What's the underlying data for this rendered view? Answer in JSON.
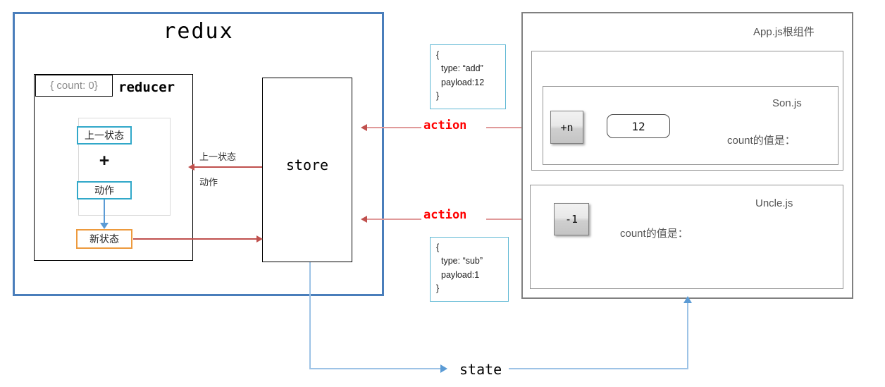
{
  "redux": {
    "title": "redux",
    "reducer": {
      "label": "reducer",
      "initial_state_chip": "{ count: 0}",
      "prev_state_box": "上一状态",
      "plus_sign": "+",
      "action_box": "动作",
      "new_state_box": "新状态"
    },
    "store": {
      "label": "store"
    },
    "arrows": {
      "prev_state_label": "上一状态",
      "action_label": "动作"
    }
  },
  "actions": {
    "add": {
      "arrow_label": "action",
      "payload_box": {
        "open_brace": "{",
        "type_line": "type: “add”",
        "payload_line": "payload:12",
        "close_brace": "}"
      }
    },
    "sub": {
      "arrow_label": "action",
      "payload_box": {
        "open_brace": "{",
        "type_line": "type: “sub”",
        "payload_line": "payload:1",
        "close_brace": "}"
      }
    }
  },
  "app": {
    "title": "App.js根组件",
    "son": {
      "title": "Son.js",
      "add_button_label": "+n",
      "input_value": "12",
      "count_label": "count的值是："
    },
    "uncle": {
      "title": "Uncle.js",
      "sub_button_label": "-1",
      "count_label": "count的值是："
    }
  },
  "state_flow": {
    "label": "state"
  },
  "colors": {
    "redux_border": "#4A7EBB",
    "teal": "#31A8C9",
    "orange": "#ED9A3D",
    "red_arrow": "#C0504D",
    "action_text": "#FF0000",
    "blue_state": "#9DC3E6",
    "json_border": "#5FB8D4",
    "panel_border": "#808080"
  }
}
